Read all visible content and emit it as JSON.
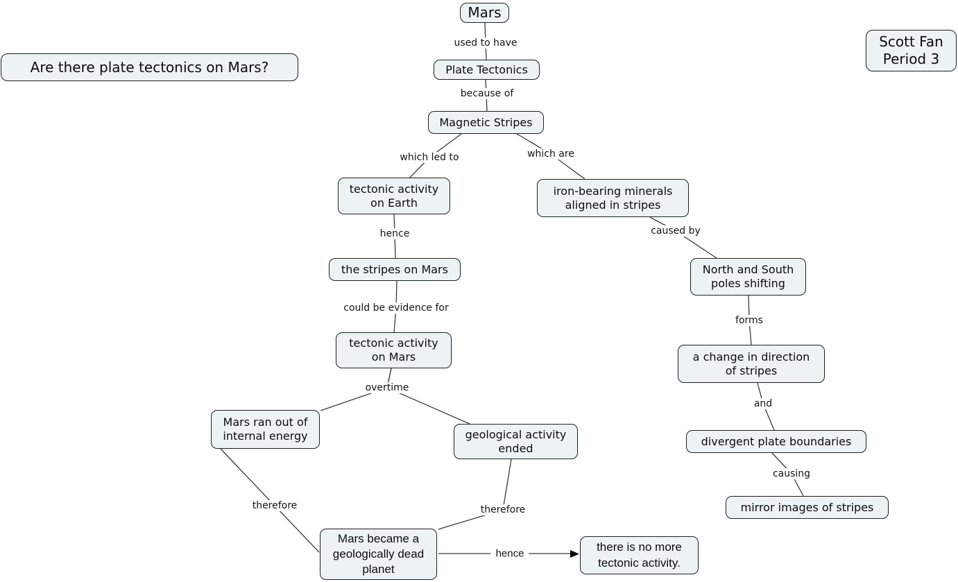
{
  "question": "Are there plate tectonics on Mars?",
  "author": "Scott Fan\nPeriod 3",
  "nodes": {
    "mars": "Mars",
    "plate_tectonics": "Plate Tectonics",
    "magnetic_stripes": "Magnetic Stripes",
    "tectonic_earth": "tectonic activity\non Earth",
    "iron_minerals": "iron-bearing minerals\naligned in stripes",
    "stripes_mars": "the stripes on Mars",
    "poles_shifting": "North and South\npoles shifting",
    "tectonic_mars": "tectonic activity\non Mars",
    "change_direction": "a change in direction\nof stripes",
    "ran_out": "Mars ran out of\ninternal energy",
    "geo_ended": "geological activity\nended",
    "divergent": "divergent plate boundaries",
    "mirror": "mirror images of stripes",
    "dead_planet": "Mars became a\ngeologically dead\nplanet",
    "no_tectonic": "there is no more\ntectonic activity."
  },
  "links": {
    "used_to_have": "used to have",
    "because_of": "because of",
    "which_led_to": "which led to",
    "which_are": "which are",
    "hence_1": "hence",
    "caused_by": "caused by",
    "could_be": "could be evidence for",
    "forms": "forms",
    "overtime": "overtime",
    "and_label": "and",
    "therefore_left": "therefore",
    "causing": "causing",
    "therefore_right": "therefore",
    "hence_2": "hence"
  }
}
